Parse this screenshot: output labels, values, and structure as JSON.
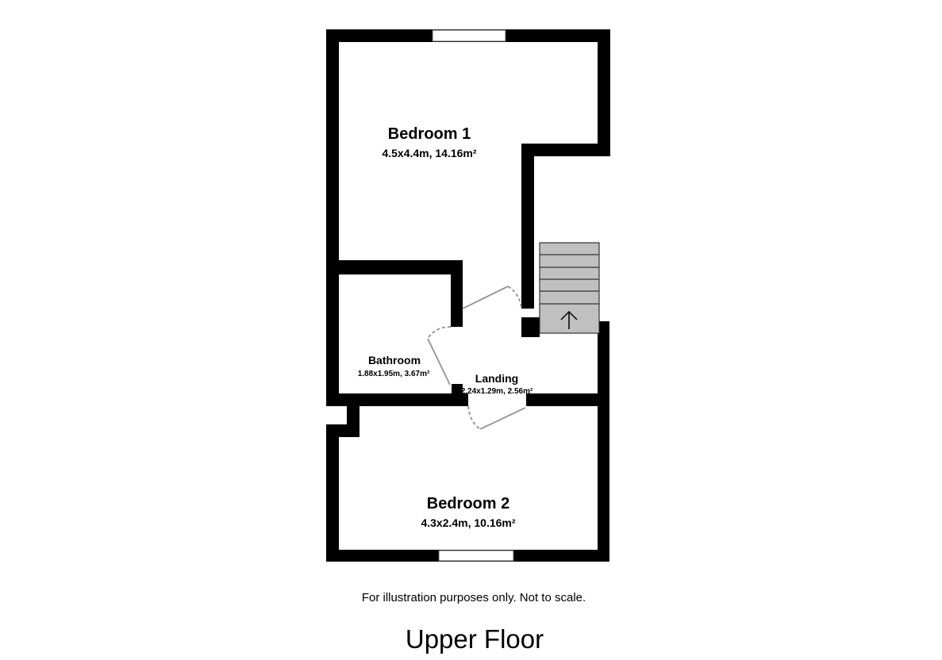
{
  "rooms": [
    {
      "name": "Bedroom 1",
      "dimensions": "4.5x4.4m, 14.16m²"
    },
    {
      "name": "Bathroom",
      "dimensions": "1.88x1.95m, 3.67m²"
    },
    {
      "name": "Landing",
      "dimensions": "2.24x1.29m, 2.56m²"
    },
    {
      "name": "Bedroom 2",
      "dimensions": "4.3x2.4m, 10.16m²"
    }
  ],
  "disclaimer": "For illustration purposes only. Not to scale.",
  "floor_title": "Upper Floor",
  "colors": {
    "wall": "#000000",
    "stairs": "#c0c0c0",
    "door": "#999999"
  },
  "icons": {
    "stairs_direction": "arrow-up-icon"
  }
}
